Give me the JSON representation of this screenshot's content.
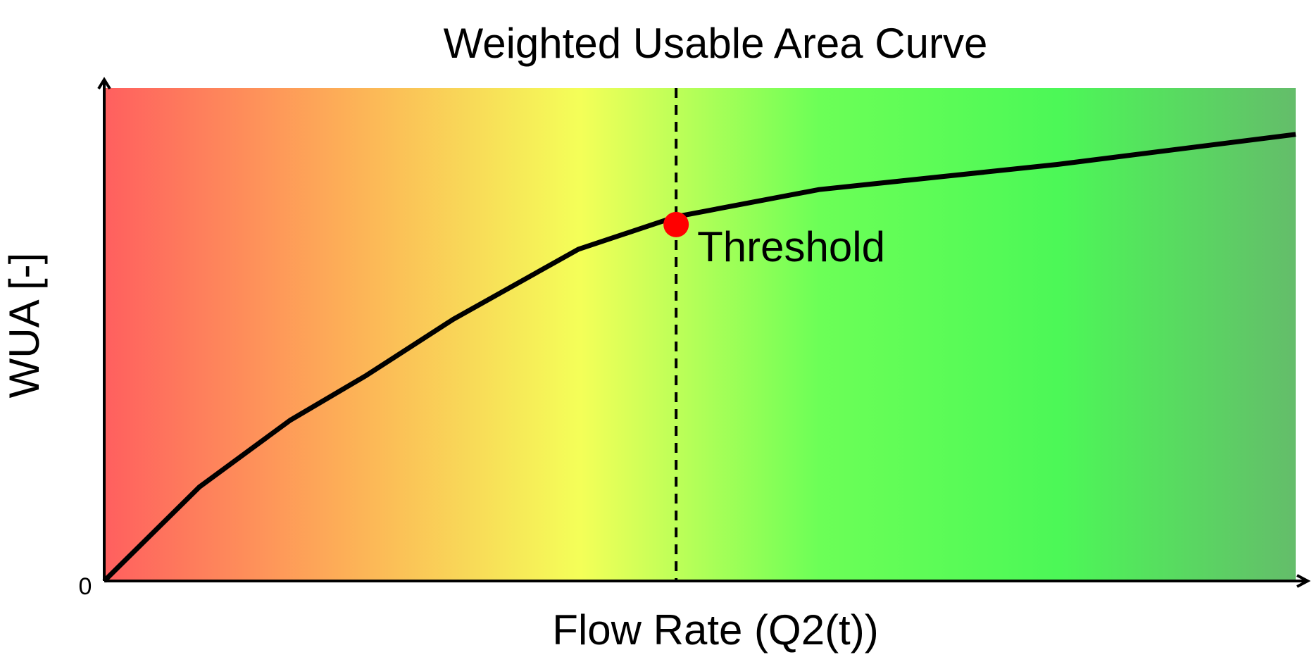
{
  "chart_data": {
    "type": "line",
    "title": "Weighted Usable Area Curve",
    "xlabel": "Flow Rate (Q2(t))",
    "ylabel": "WUA [-]",
    "y_tick_labels": [
      "0"
    ],
    "xlim": [
      0,
      100
    ],
    "ylim": [
      0,
      100
    ],
    "grid": false,
    "legend": "none",
    "series": [
      {
        "x": [
          0,
          8,
          15.6,
          22,
          29.3,
          39.8,
          48,
          60,
          80,
          100
        ],
        "y": [
          0,
          19.1,
          32.6,
          41.7,
          53.1,
          67.3,
          73.9,
          79.4,
          84.5,
          90.6
        ]
      }
    ],
    "threshold": {
      "label": "Threshold",
      "x": 48,
      "y": 72.3
    },
    "colors": {
      "line": "#000000",
      "marker": "#ff0000",
      "gradient": [
        "#ff5f5f",
        "#fdae57",
        "#f4ff58",
        "#6cff57",
        "#4cf857",
        "#64bd6a"
      ]
    }
  }
}
